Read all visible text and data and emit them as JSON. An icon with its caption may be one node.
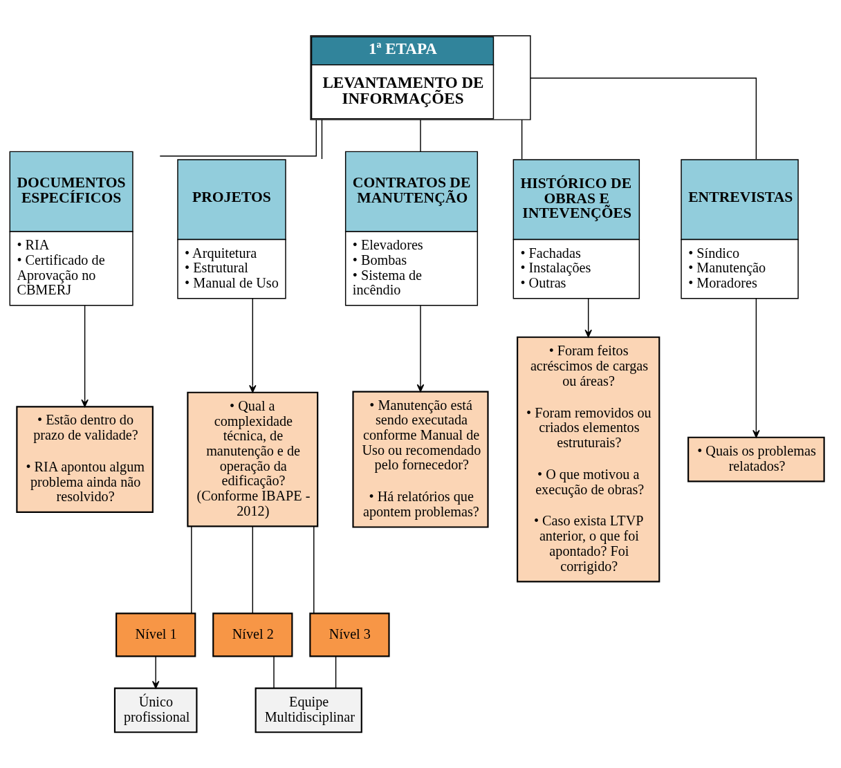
{
  "diagram": {
    "nodes": [
      {
        "text": [
          "1ª ETAPA",
          "LEVANTAMENTO DE INFORMAÇÕES"
        ]
      },
      {
        "text": [
          "DOCUMENTOS ESPECÍFICOS",
          "• RIA",
          "• Certificado de Aprovação no CBMERJ"
        ]
      },
      {
        "text": [
          "PROJETOS",
          "• Arquitetura",
          "• Estrutural",
          "• Manual de Uso"
        ]
      },
      {
        "text": [
          "CONTRATOS DE MANUTENÇÃO",
          "• Elevadores",
          "• Bombas",
          "• Sistema de incêndio"
        ]
      },
      {
        "text": [
          "HISTÓRICO DE OBRAS E INTEVENÇÕES",
          "• Fachadas",
          "• Instalações",
          "• Outras"
        ]
      },
      {
        "text": [
          "ENTREVISTAS",
          "• Síndico",
          "• Manutenção",
          "• Moradores"
        ]
      },
      {
        "text": [
          "• Estão dentro do prazo de validade?",
          "• RIA apontou algum problema ainda não resolvido?"
        ]
      },
      {
        "text": [
          "• Qual a complexidade técnica, de manutenção e de operação da edificação? (Conforme IBAPE - 2012)"
        ]
      },
      {
        "text": [
          "• Manutenção está sendo executada conforme Manual de Uso ou recomendado pelo fornecedor?",
          "• Há relatórios que apontem problemas?"
        ]
      },
      {
        "text": [
          "• Foram feitos acréscimos de cargas ou áreas?",
          "• Foram removidos ou criados elementos estruturais?",
          "• O que motivou a execução de obras?",
          "• Caso exista LTVP anterior, o que foi apontado? Foi corrigido?"
        ]
      },
      {
        "text": [
          "• Quais os problemas relatados?"
        ]
      },
      {
        "text": [
          "Nível 1"
        ]
      },
      {
        "text": [
          "Nível 2"
        ]
      },
      {
        "text": [
          "Nível 3"
        ]
      },
      {
        "text": [
          "Único profissional"
        ]
      },
      {
        "text": [
          "Equipe Multidisciplinar"
        ]
      }
    ],
    "edges": [
      {
        "from": 0,
        "to": 1,
        "arrow": "none"
      },
      {
        "from": 0,
        "to": 2,
        "arrow": "none"
      },
      {
        "from": 0,
        "to": 3,
        "arrow": "none"
      },
      {
        "from": 0,
        "to": 4,
        "arrow": "none"
      },
      {
        "from": 0,
        "to": 5,
        "arrow": "none"
      },
      {
        "from": 1,
        "to": 6,
        "arrow": "to"
      },
      {
        "from": 2,
        "to": 7,
        "arrow": "to"
      },
      {
        "from": 3,
        "to": 8,
        "arrow": "to"
      },
      {
        "from": 4,
        "to": 9,
        "arrow": "to"
      },
      {
        "from": 5,
        "to": 10,
        "arrow": "to"
      },
      {
        "from": 7,
        "to": 11,
        "arrow": "none"
      },
      {
        "from": 7,
        "to": 12,
        "arrow": "none"
      },
      {
        "from": 7,
        "to": 13,
        "arrow": "none"
      },
      {
        "from": 11,
        "to": 14,
        "arrow": "to"
      },
      {
        "from": 12,
        "to": 15,
        "arrow": "none"
      },
      {
        "from": 13,
        "to": 15,
        "arrow": "none"
      }
    ]
  }
}
